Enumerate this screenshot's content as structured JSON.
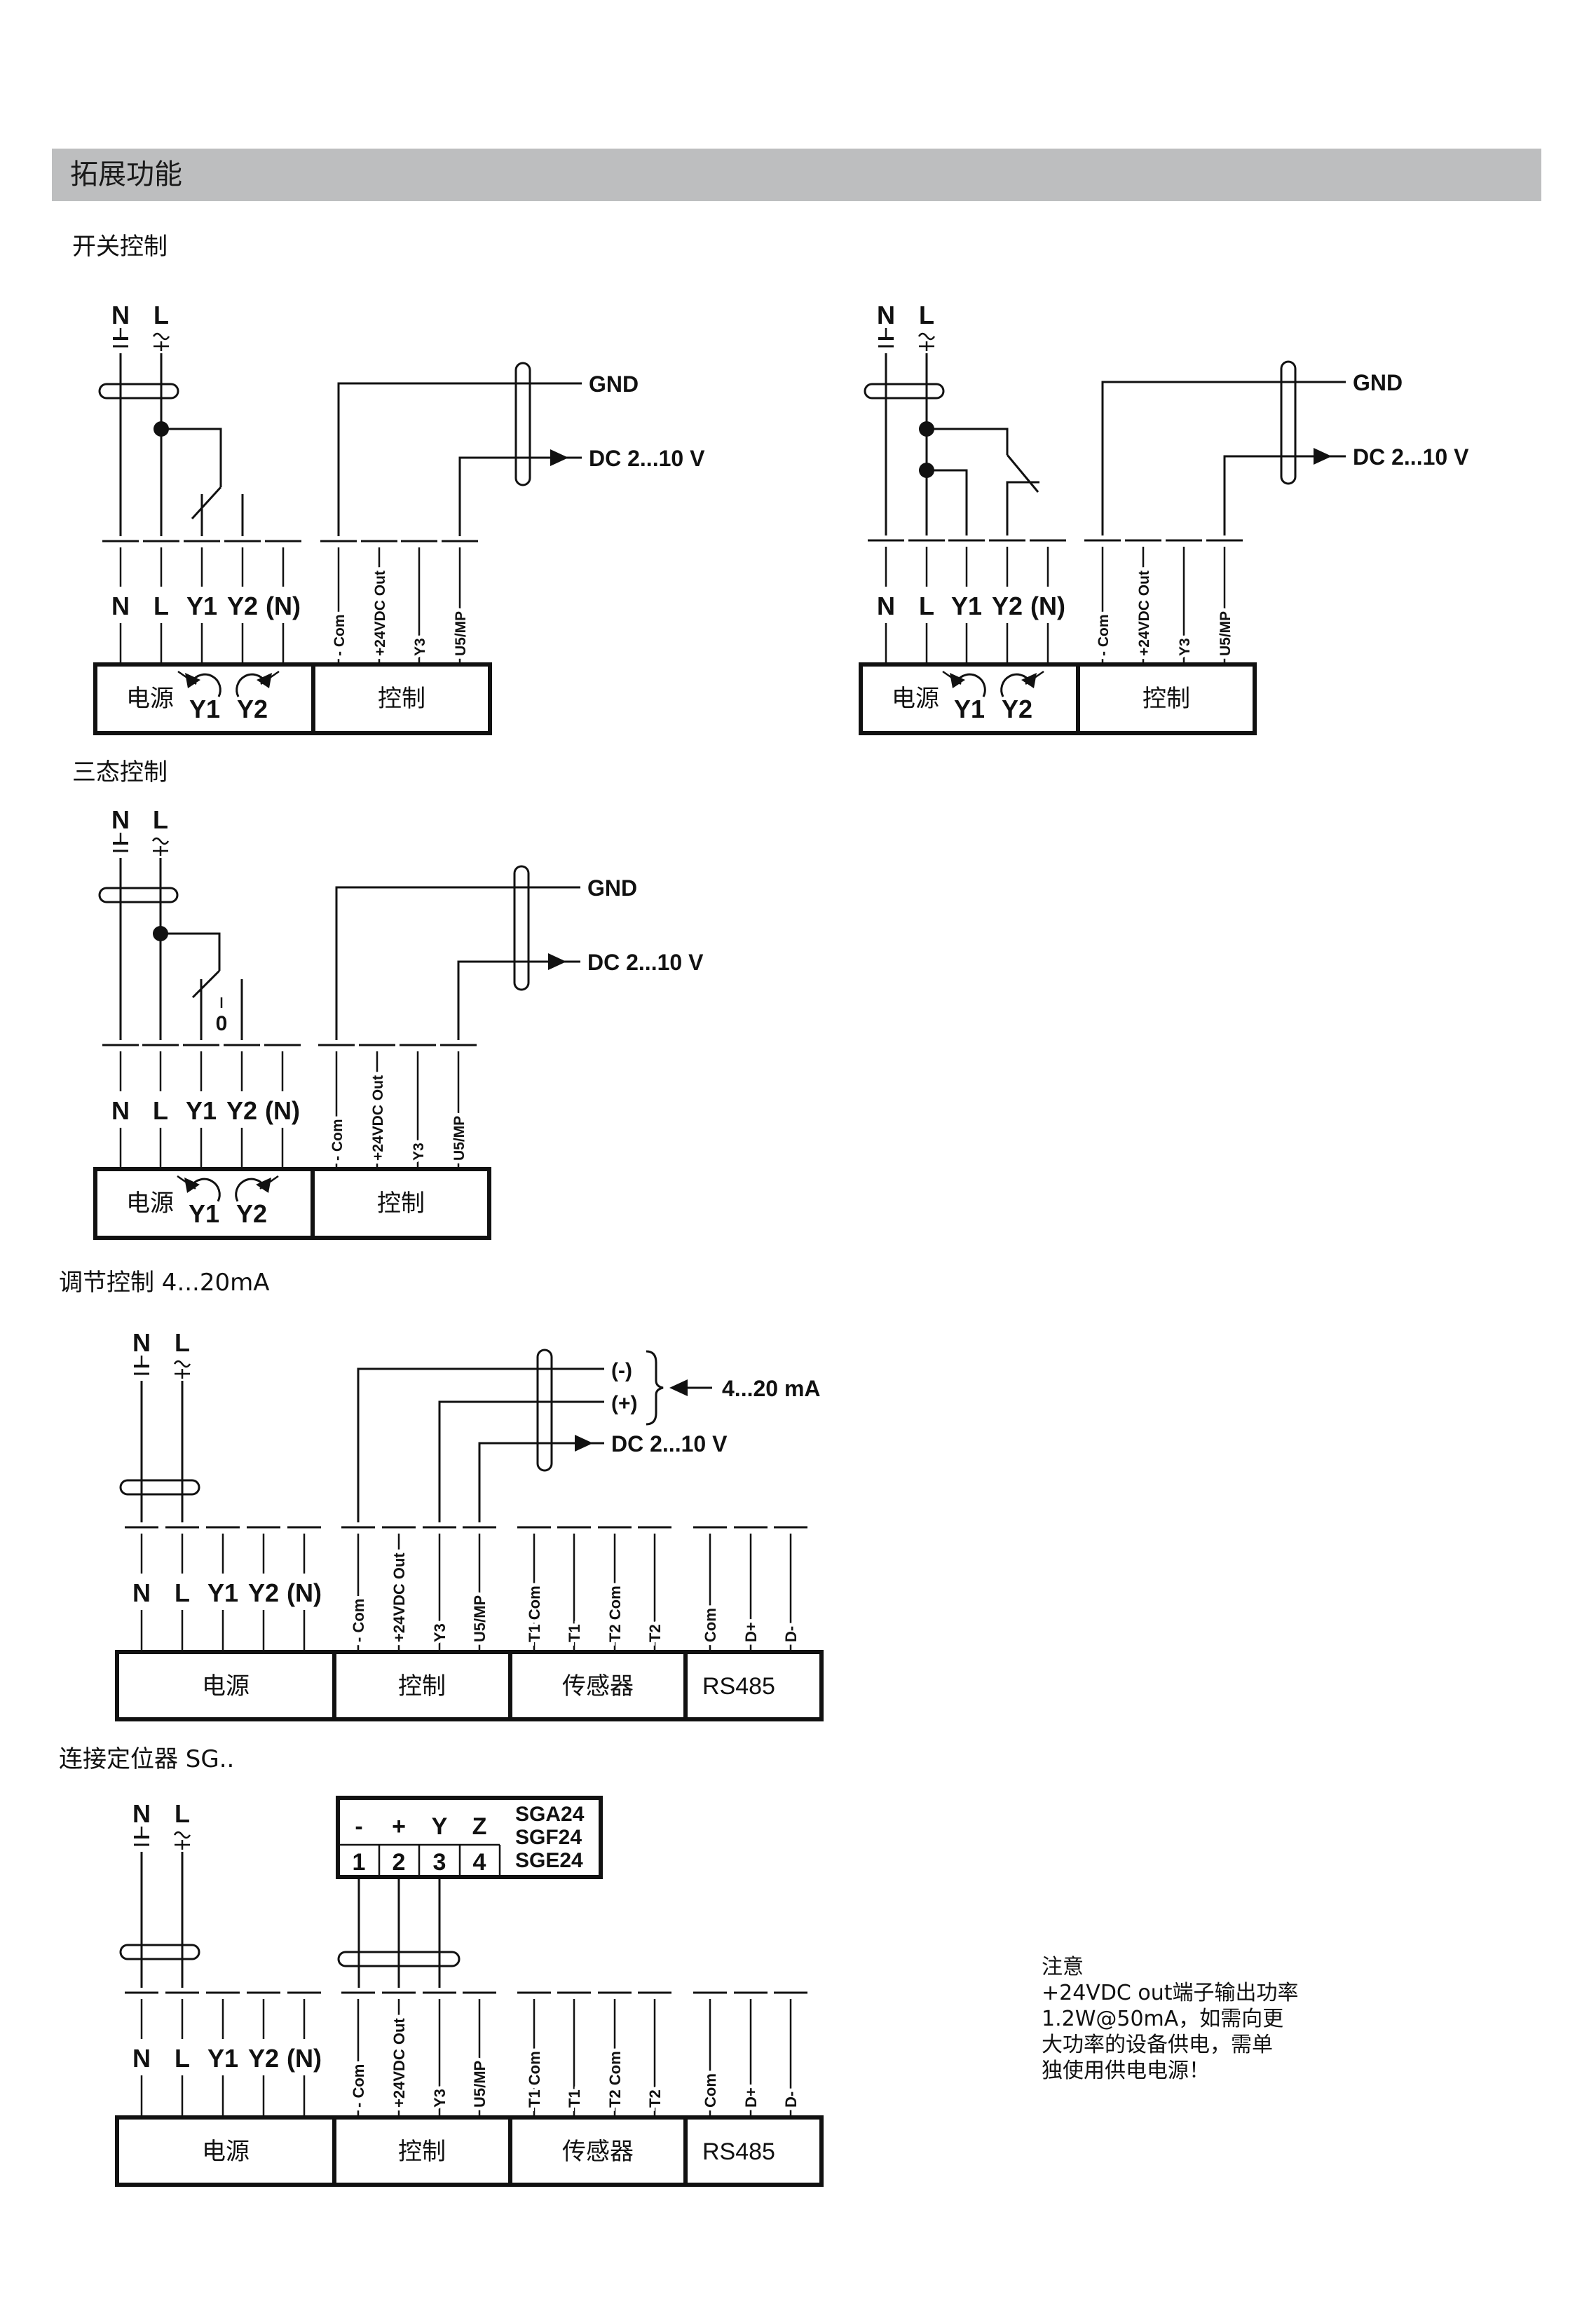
{
  "page": {
    "header_title": "拓展功能"
  },
  "sections": {
    "switch": "开关控制",
    "three_state": "三态控制",
    "modulating": "调节控制 4...20mA",
    "positioner": "连接定位器  SG.."
  },
  "labels": {
    "supply_n": "N",
    "supply_l": "L",
    "symbol_n": "⊥ =",
    "symbol_l": "~ +",
    "gnd": "GND",
    "dc_out": "DC 2...10 V",
    "ma_in": "4...20 mA",
    "neg": "(-)",
    "pos": "(+)",
    "zero": "0"
  },
  "terminals": {
    "power": [
      "N",
      "L",
      "Y1",
      "Y2",
      "(N)"
    ],
    "control": [
      "- Com",
      "+24VDC Out",
      "Y3",
      "U5/MP"
    ],
    "sensor": [
      "T1 Com",
      "T1",
      "T2 Com",
      "T2"
    ],
    "rs485": [
      "Com",
      "D+",
      "D-"
    ]
  },
  "groups": {
    "power": "电源",
    "control": "控制",
    "sensor": "传感器",
    "rs485": "RS485",
    "rot_ccw": "Y1",
    "rot_cw": "Y2"
  },
  "positioner": {
    "signals": [
      "-",
      "+",
      "Y",
      "Z"
    ],
    "pins": [
      "1",
      "2",
      "3",
      "4"
    ],
    "models": [
      "SGA24",
      "SGF24",
      "SGE24"
    ]
  },
  "note": {
    "title": "注意",
    "lines": [
      "+24VDC out端子输出功率",
      "1.2W@50mA，如需向更",
      "大功率的设备供电，需单",
      "独使用供电电源！"
    ]
  },
  "colors": {
    "header_bg": "#bdbebf",
    "ink": "#111111"
  }
}
